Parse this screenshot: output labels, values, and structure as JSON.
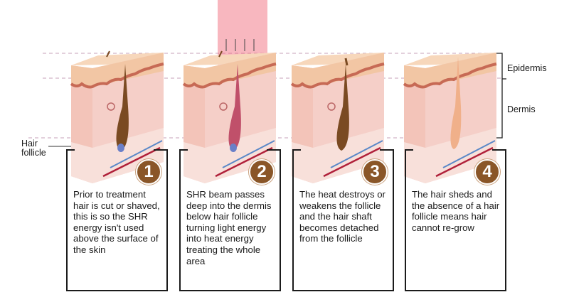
{
  "labels": {
    "hair_follicle": [
      "Hair",
      "follicle"
    ],
    "epidermis": "Epidermis",
    "dermis": "Dermis"
  },
  "steps": [
    {
      "number": "1",
      "text": "Prior to treatment hair is cut or shaved, this is so the SHR energy isn't used above the surface of the skin",
      "hair": "cut",
      "laser": false
    },
    {
      "number": "2",
      "text": "SHR beam passes deep into the dermis below hair follicle turning light energy into heat energy treating the whole area",
      "hair": "cut",
      "laser": true
    },
    {
      "number": "3",
      "text": "The heat destroys or weakens the follicle and the hair shaft becomes detached from the follicle",
      "hair": "detached",
      "laser": false
    },
    {
      "number": "4",
      "text": "The hair sheds and the absence of a hair follicle means hair cannot re-grow",
      "hair": "none",
      "laser": false
    }
  ],
  "colors": {
    "badge": "#8a5628",
    "skin_top": "#f2c6a4",
    "dermis": "#f5cfc8",
    "follicle": "#7a4a22",
    "laser": "#f06070"
  }
}
